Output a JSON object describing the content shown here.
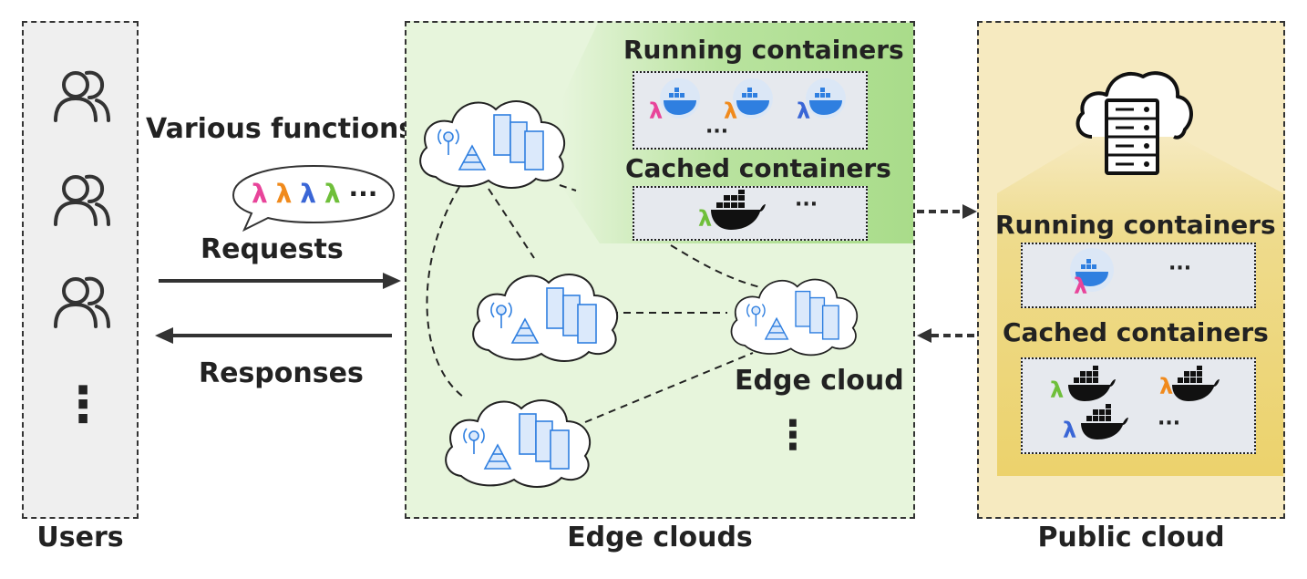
{
  "users_panel": {
    "caption": "Users",
    "more": "⋮",
    "icon": "users-icon"
  },
  "flow": {
    "functions_label": "Various functions",
    "bubble_lambdas": [
      {
        "symbol": "λ",
        "color": "#e8449a"
      },
      {
        "symbol": "λ",
        "color": "#f08a1c"
      },
      {
        "symbol": "λ",
        "color": "#3a66d6"
      },
      {
        "symbol": "λ",
        "color": "#6fbf3a"
      }
    ],
    "bubble_more": "···",
    "requests_label": "Requests",
    "responses_label": "Responses"
  },
  "edge_panel": {
    "caption": "Edge clouds",
    "node_label": "Edge cloud",
    "more": "⋮",
    "running_title": "Running containers",
    "running_items": [
      {
        "symbol": "λ",
        "color": "#e8449a"
      },
      {
        "symbol": "λ",
        "color": "#f08a1c"
      },
      {
        "symbol": "λ",
        "color": "#3a66d6"
      }
    ],
    "running_more": "···",
    "cached_title": "Cached containers",
    "cached_items": [
      {
        "symbol": "λ",
        "color": "#6fbf3a"
      }
    ],
    "cached_more": "···"
  },
  "public_panel": {
    "caption": "Public cloud",
    "icon": "cloud-server-icon",
    "running_title": "Running containers",
    "running_items": [
      {
        "symbol": "λ",
        "color": "#e8449a"
      }
    ],
    "running_more": "···",
    "cached_title": "Cached containers",
    "cached_items": [
      {
        "symbol": "λ",
        "color": "#6fbf3a"
      },
      {
        "symbol": "λ",
        "color": "#f08a1c"
      },
      {
        "symbol": "λ",
        "color": "#3a66d6"
      }
    ],
    "cached_more": "···"
  },
  "colors": {
    "edge_bg": "#e7f5dc",
    "edge_zoom": "#a9dc8a",
    "public_bg": "#f6eac0",
    "public_zoom": "#ecd26c",
    "container_bg": "#e6e9ee",
    "docker_running": "#2f7fe0",
    "docker_cached": "#111111"
  }
}
